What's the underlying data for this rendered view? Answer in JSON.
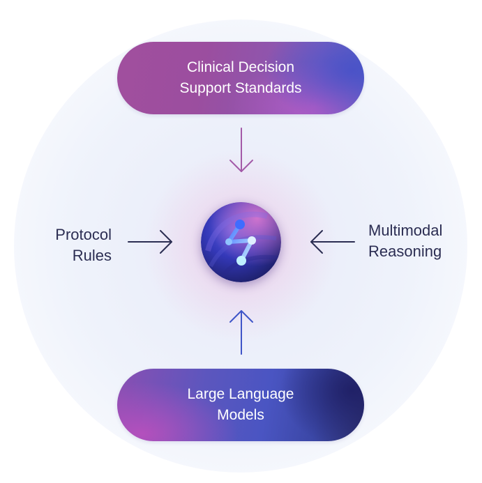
{
  "diagram": {
    "top_box": {
      "line1": "Clinical Decision",
      "line2": "Support Standards"
    },
    "bottom_box": {
      "line1": "Large Language",
      "line2": "Models"
    },
    "left_input": {
      "line1": "Protocol",
      "line2": "Rules"
    },
    "right_input": {
      "line1": "Multimodal",
      "line2": "Reasoning"
    },
    "hub_icon": "connected-nodes-logo-icon",
    "colors": {
      "top_box": "#9b4e9f",
      "bottom_box": "#4a55c2",
      "arrow_top": "#a35aa8",
      "arrow_bottom": "#3f55c8",
      "arrow_side": "#2b2d52",
      "label_text": "#2b2d52",
      "hub_core": "#2d33a8"
    }
  }
}
